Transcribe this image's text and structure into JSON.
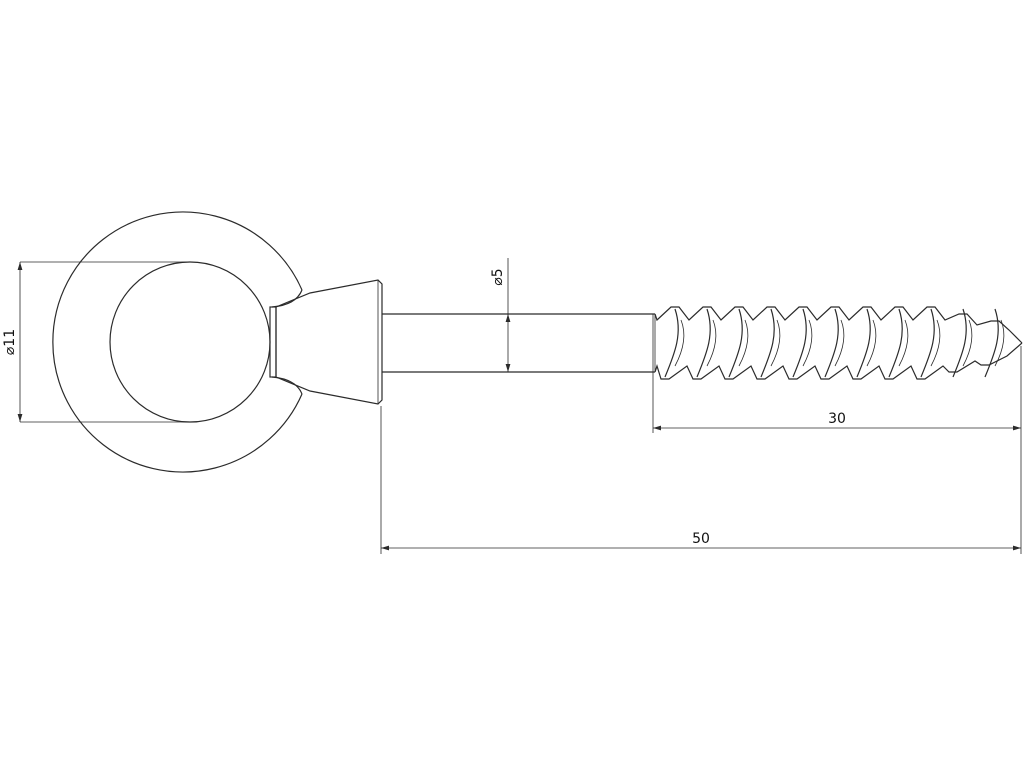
{
  "dimensions": {
    "eye_inner_diameter": "⌀11",
    "shank_diameter": "⌀5",
    "thread_length": "30",
    "overall_length": "50"
  },
  "colors": {
    "line": "#2b2b2b",
    "text": "#111111",
    "background": "#ffffff"
  }
}
